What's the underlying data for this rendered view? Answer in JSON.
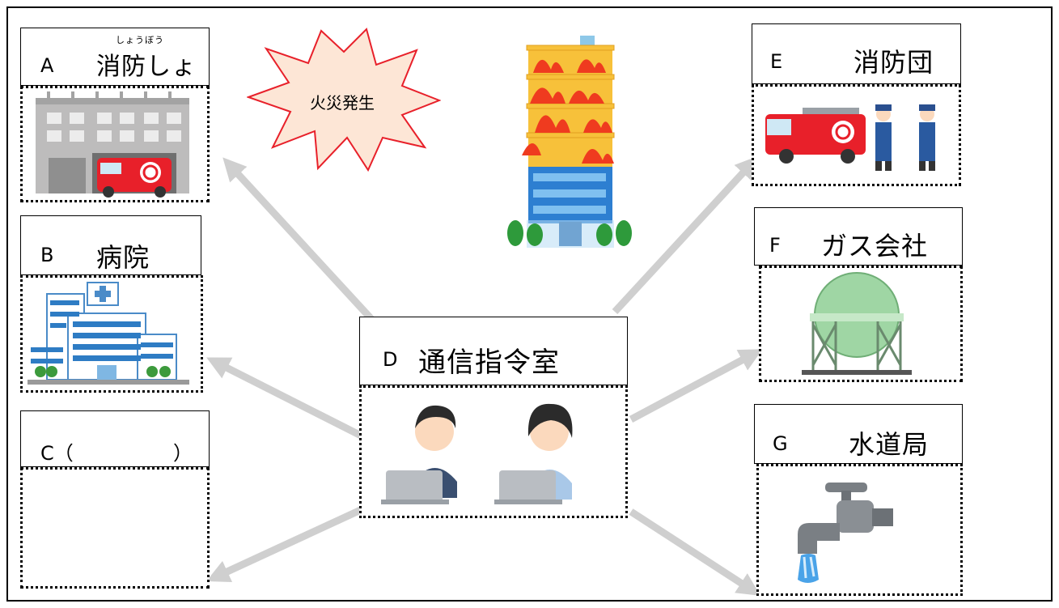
{
  "burst": {
    "text": "火災発生"
  },
  "boxes": {
    "a": {
      "letter": "A",
      "name": "消防しょ",
      "ruby": "しょうぼう"
    },
    "b": {
      "letter": "B",
      "name": "病院"
    },
    "c": {
      "letter": "C（",
      "close": "）"
    },
    "d": {
      "letter": "D",
      "name": "通信指令室"
    },
    "e": {
      "letter": "E",
      "name": "消防団"
    },
    "f": {
      "letter": "F",
      "name": "ガス会社"
    },
    "g": {
      "letter": "G",
      "name": "水道局"
    }
  },
  "colors": {
    "arrow": "#cfcfcf",
    "burst_fill": "#fde6d6",
    "burst_stroke": "#e8202a"
  }
}
